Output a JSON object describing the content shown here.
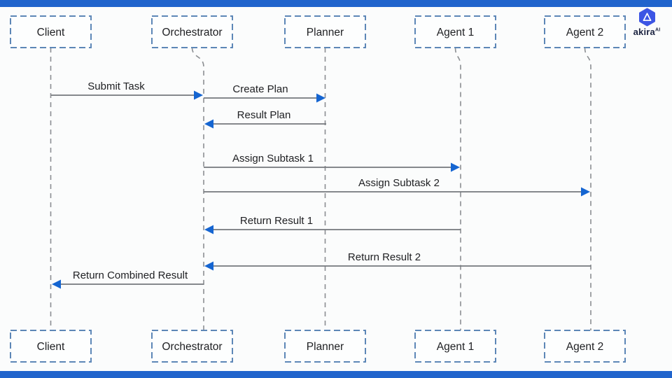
{
  "page": {
    "background": "#fbfcfc",
    "accent_bar_color": "#2064cc"
  },
  "brand": {
    "name": "akira",
    "superscript": "AI",
    "logo_icon": "hexagon-a-icon",
    "logo_color": "#3c55e4",
    "text_color": "#1b2340"
  },
  "diagram": {
    "type": "sequence-diagram",
    "actors": [
      {
        "id": "client",
        "label": "Client"
      },
      {
        "id": "orchestrator",
        "label": "Orchestrator"
      },
      {
        "id": "planner",
        "label": "Planner"
      },
      {
        "id": "agent1",
        "label": "Agent 1"
      },
      {
        "id": "agent2",
        "label": "Agent 2"
      }
    ],
    "messages": [
      {
        "label": "Submit Task",
        "from": "client",
        "to": "orchestrator"
      },
      {
        "label": "Create Plan",
        "from": "orchestrator",
        "to": "planner"
      },
      {
        "label": "Result Plan",
        "from": "planner",
        "to": "orchestrator"
      },
      {
        "label": "Assign Subtask 1",
        "from": "orchestrator",
        "to": "agent1"
      },
      {
        "label": "Assign Subtask 2",
        "from": "orchestrator",
        "to": "agent2"
      },
      {
        "label": "Return Result 1",
        "from": "agent1",
        "to": "orchestrator"
      },
      {
        "label": "Return Result 2",
        "from": "agent2",
        "to": "orchestrator"
      },
      {
        "label": "Return Combined Result",
        "from": "orchestrator",
        "to": "client"
      }
    ],
    "colors": {
      "box_border": "#5d87b7",
      "box_fill": "#fdfefe",
      "lifeline": "#8b8e92",
      "arrow_line": "#74787d",
      "arrowhead": "#1565d1",
      "text": "#202124"
    }
  }
}
